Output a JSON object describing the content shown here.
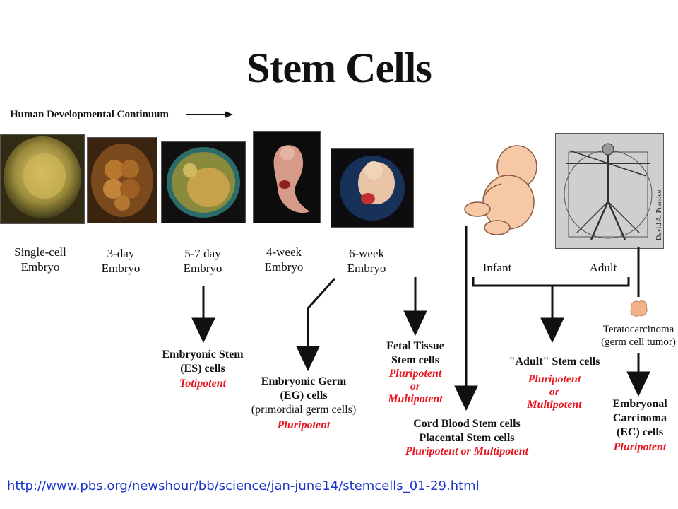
{
  "title": "Stem Cells",
  "continuum_label": "Human Developmental Continuum",
  "stages": {
    "single_cell": "Single-cell Embryo",
    "day3": "3-day Embryo",
    "day57": "5-7 day Embryo",
    "week4": "4-week Embryo",
    "week6": "6-week Embryo",
    "infant": "Infant",
    "adult": "Adult"
  },
  "adult_image_signature": "David A. Prentice",
  "teratocarcinoma": {
    "line1": "Teratocarcinoma",
    "line2": "(germ cell tumor)"
  },
  "outcomes": {
    "es": {
      "line1": "Embryonic Stem",
      "line2": "(ES) cells",
      "potency": "Totipotent"
    },
    "eg": {
      "line1": "Embryonic Germ",
      "line2": "(EG) cells",
      "note": "(primordial germ cells)",
      "potency": "Pluripotent"
    },
    "fetal": {
      "line1": "Fetal Tissue",
      "line2": "Stem cells",
      "potency1": "Pluripotent",
      "potency2": "or",
      "potency3": "Multipotent"
    },
    "adult": {
      "line1": "\"Adult\" Stem cells",
      "potency1": "Pluripotent",
      "potency2": "or",
      "potency3": "Multipotent"
    },
    "cord": {
      "line1": "Cord Blood Stem cells",
      "line2": "Placental Stem cells",
      "potency": "Pluripotent or Multipotent"
    },
    "ec": {
      "line1": "Embryonal",
      "line2": "Carcinoma",
      "line3": "(EC) cells",
      "potency": "Pluripotent"
    }
  },
  "source_link": "http://www.pbs.org/newshour/bb/science/jan-june14/stemcells_01-29.html",
  "colors": {
    "red": "#e8141e",
    "link": "#1a35c9"
  }
}
